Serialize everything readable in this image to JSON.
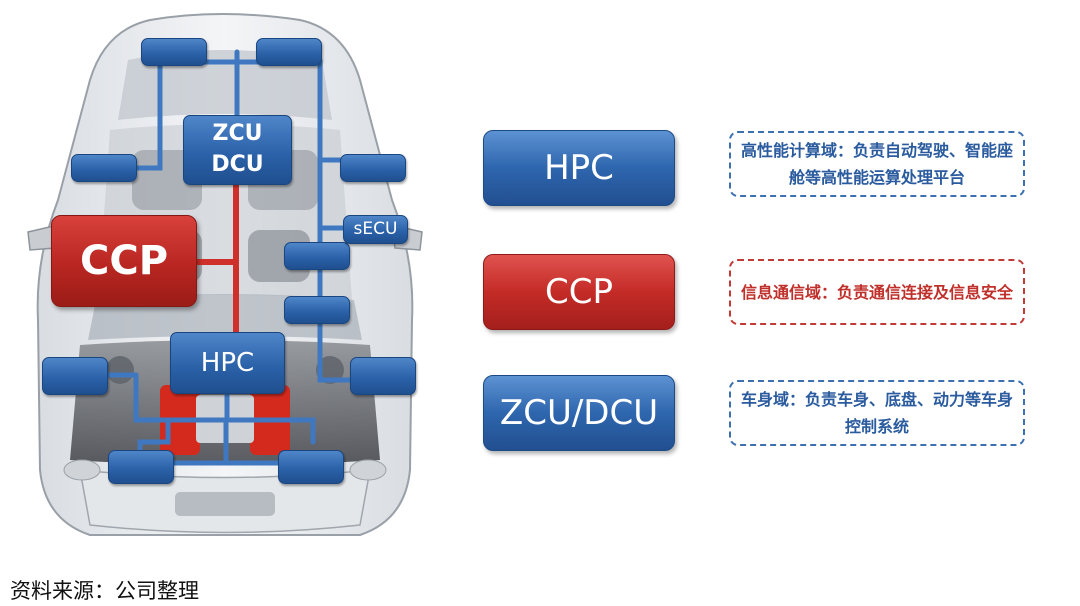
{
  "diagram": {
    "car_labels": {
      "zcu_dcu_line1": "ZCU",
      "zcu_dcu_line2": "DCU",
      "ccp": "CCP",
      "hpc": "HPC",
      "secu": "sECU"
    },
    "legend": [
      {
        "label": "HPC",
        "description": "高性能计算域：负责自动驾驶、智能座舱等高性能运算处理平台",
        "color": "#2e66ae"
      },
      {
        "label": "CCP",
        "description": "信息通信域：负责通信连接及信息安全",
        "color": "#c42b27"
      },
      {
        "label": "ZCU/DCU",
        "description": "车身域：负责车身、底盘、动力等车身控制系统",
        "color": "#2e66ae"
      }
    ]
  },
  "source_note": "资料来源：公司整理"
}
